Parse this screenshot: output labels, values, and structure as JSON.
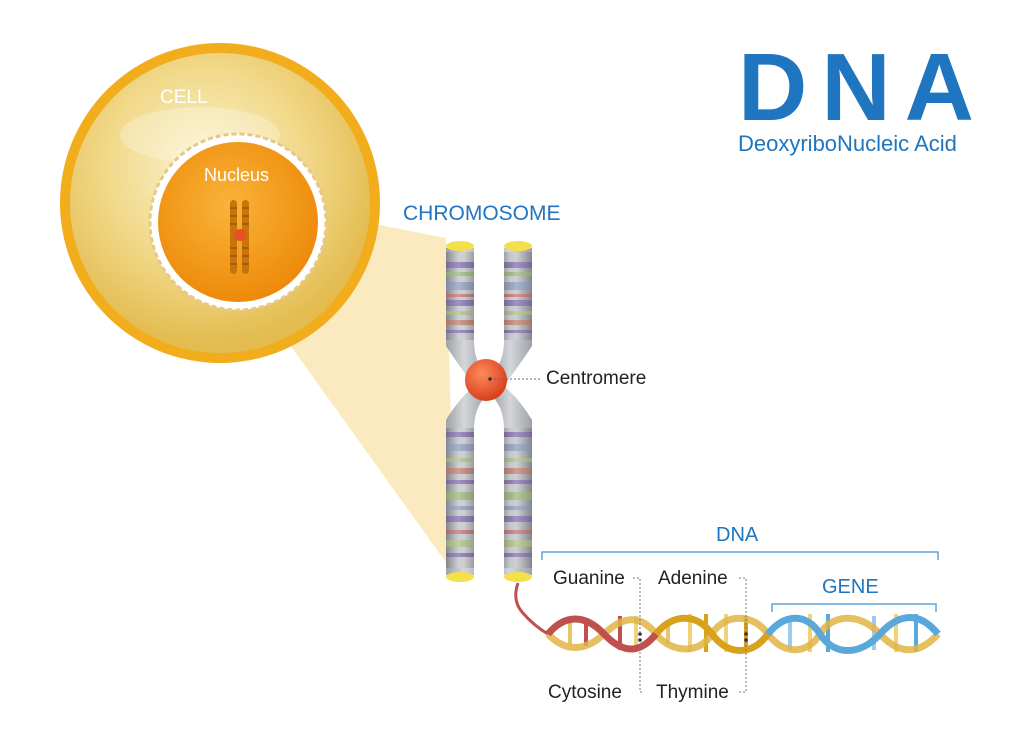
{
  "title": {
    "main": "DNA",
    "subtitle": "DeoxyriboNucleic Acid"
  },
  "labels": {
    "cell": "CELL",
    "nucleus": "Nucleus",
    "chromosome": "CHROMOSOME",
    "centromere": "Centromere",
    "dna": "DNA",
    "gene": "GENE"
  },
  "bases": {
    "guanine": "Guanine",
    "adenine": "Adenine",
    "cytosine": "Cytosine",
    "thymine": "Thymine"
  },
  "colors": {
    "accent_blue": "#1f75bf",
    "cell_outer": "#f2ae1c",
    "nucleus": "#f39a0e",
    "centromere": "#e8502a",
    "chromatid": "#b9bcc1",
    "strand_red": "#c0504d",
    "strand_gold": "#d9a21b",
    "strand_blue": "#5aa7dc"
  },
  "icons": [
    "cell-illustration",
    "chromosome-illustration",
    "dna-helix-illustration"
  ]
}
